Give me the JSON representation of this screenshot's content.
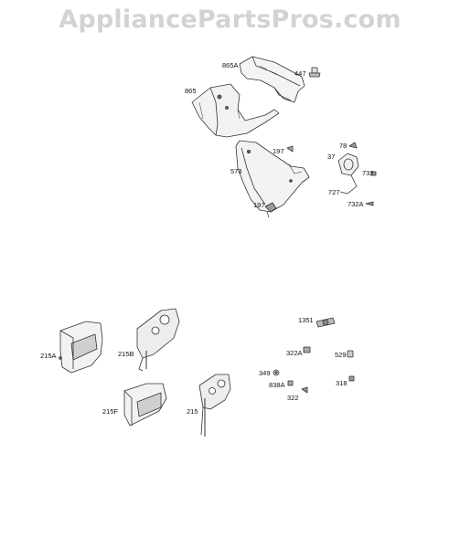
{
  "watermark": "AppliancePartsPros.com",
  "parts": {
    "p865A": "865A",
    "p447": "447",
    "p865": "865",
    "p197a": "197",
    "p78": "78",
    "p37": "37",
    "p573": "573",
    "p732": "732",
    "p727": "727",
    "p197b": "197",
    "p732A": "732A",
    "p1351": "1351",
    "p215A": "215A",
    "p215B": "215B",
    "p322A": "322A",
    "p529": "529",
    "p349": "349",
    "p838A": "838A",
    "p318": "318",
    "p322": "322",
    "p215F": "215F",
    "p215": "215"
  }
}
